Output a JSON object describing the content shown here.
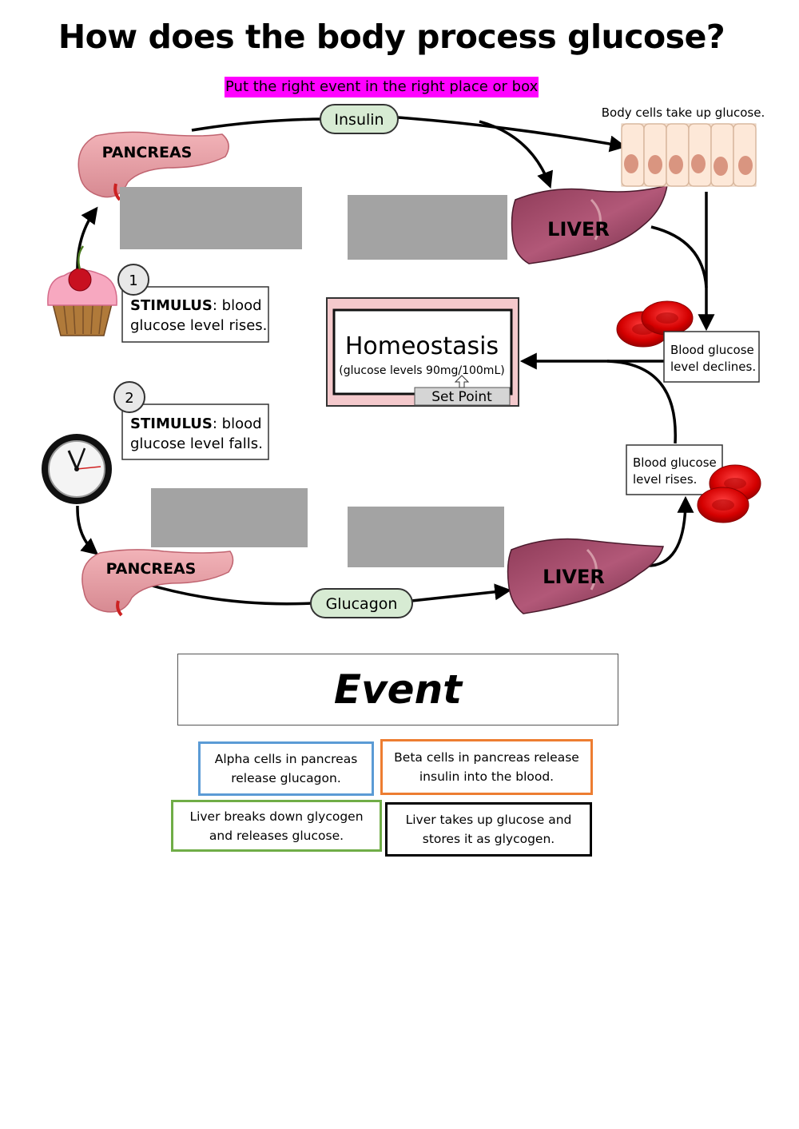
{
  "title": "How does the body process glucose?",
  "instruction": "Put the right event in the right place or box",
  "diagram": {
    "insulin": "Insulin",
    "glucagon": "Glucagon",
    "pancreas_top": "PANCREAS",
    "pancreas_bottom": "PANCREAS",
    "liver_top": "LIVER",
    "liver_bottom": "LIVER",
    "body_cells": "Body cells take up glucose.",
    "homeostasis_title": "Homeostasis",
    "homeostasis_sub": "(glucose levels 90mg/100mL)",
    "set_point": "Set Point",
    "stimulus1": {
      "number": "1",
      "bold": "STIMULUS",
      "rest_line1": ": blood",
      "line2": "glucose level rises."
    },
    "stimulus2": {
      "number": "2",
      "bold": "STIMULUS",
      "rest_line1": ": blood",
      "line2": "glucose level falls."
    },
    "declines": {
      "line1": "Blood glucose",
      "line2": "level declines."
    },
    "rises": {
      "line1": "Blood glucose",
      "line2": "level rises."
    }
  },
  "event_header": "Event",
  "events": [
    {
      "line1": "Alpha cells in pancreas",
      "line2": "release glucagon.",
      "color": "#5b9bd5"
    },
    {
      "line1": "Beta cells in pancreas release",
      "line2": "insulin into the blood.",
      "color": "#ed7d31"
    },
    {
      "line1": "Liver breaks down glycogen",
      "line2": "and releases glucose.",
      "color": "#70ad47"
    },
    {
      "line1": "Liver takes up glucose and",
      "line2": "stores it as glycogen.",
      "color": "#000000"
    }
  ]
}
